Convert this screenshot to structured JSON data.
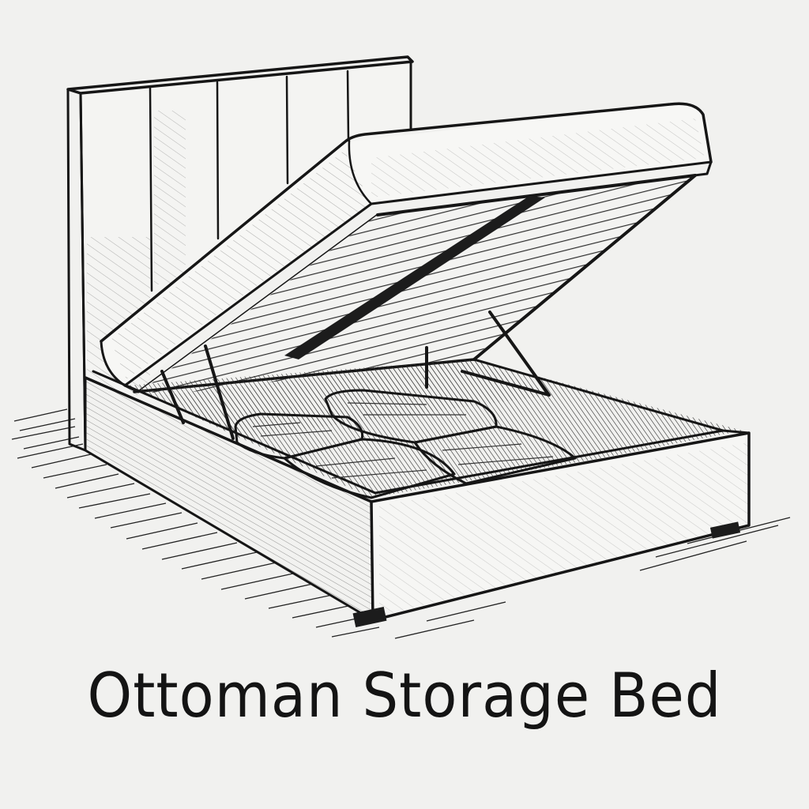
{
  "caption": {
    "text": "Ottoman Storage Bed"
  },
  "illustration": {
    "subject": "ottoman-storage-bed",
    "style": "pen-and-ink sketch",
    "parts": [
      "headboard",
      "lifted-platform-with-slats",
      "gas-lift-struts",
      "storage-compartment",
      "stored-pillows",
      "bed-base",
      "floor-shadow"
    ]
  },
  "colors": {
    "background": "#f1f1ef",
    "ink": "#161616",
    "hatch": "#3a3a3a"
  }
}
